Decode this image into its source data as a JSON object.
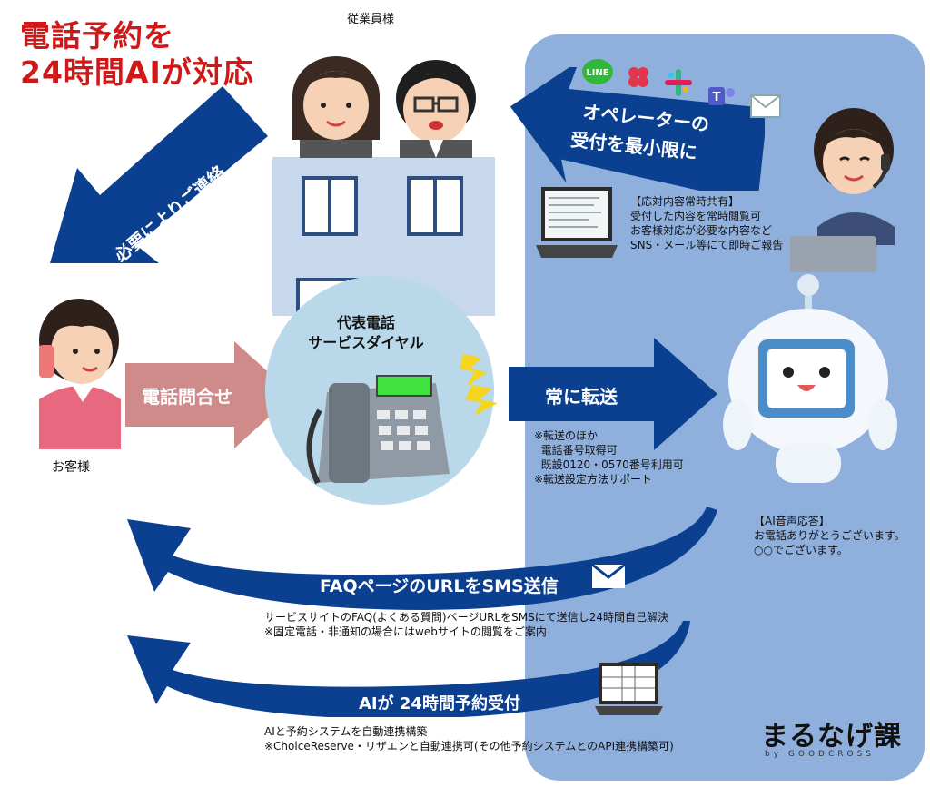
{
  "headline": {
    "line1": "電話予約を",
    "line2": "24時間AIが対応"
  },
  "labels": {
    "employees": "従業員様",
    "customer": "お客様",
    "switchboard_line1": "代表電話",
    "switchboard_line2": "サービスダイヤル"
  },
  "arrows": {
    "contact_if_needed": "必要によりご連絡",
    "phone_inquiry": "電話問合せ",
    "always_transfer": "常に転送",
    "operator_line1": "オペレーターの",
    "operator_line2": "受付を最小限に",
    "faq_sms": "FAQページのURLをSMS送信",
    "ai_reservation": "AIが 24時間予約受付"
  },
  "notes": {
    "shared": "【応対内容常時共有】\n受付した内容を常時閲覧可\nお客様対応が必要な内容など\nSNS・メール等にて即時ご報告",
    "transfer": "※転送のほか\n  電話番号取得可\n  既設0120・0570番号利用可\n※転送設定方法サポート",
    "ai_voice": "【AI音声応答】\nお電話ありがとうございます。\n○○でございます。",
    "faq_desc": "サービスサイトのFAQ(よくある質問)ページURLをSMSにて送信し24時間自己解決\n※固定電話・非通知の場合にはwebサイトの閲覧をご案内",
    "reserve_desc": "AIと予約システムを自動連携構築\n※ChoiceReserve・リザエンと自動連携可(その他予約システムとのAPI連携構築可)"
  },
  "brand": {
    "name": "まるなげ課",
    "sub": "by GOODCROSS"
  },
  "app_icons": [
    "LINE",
    "slack-icon",
    "slack-icon",
    "teams-icon",
    "mail-icon"
  ],
  "colors": {
    "arrow_blue": "#0b3f8f",
    "arrow_pink": "#cf8a8a",
    "panel_blue": "#8fb0dd",
    "headline_red": "#d01818"
  }
}
